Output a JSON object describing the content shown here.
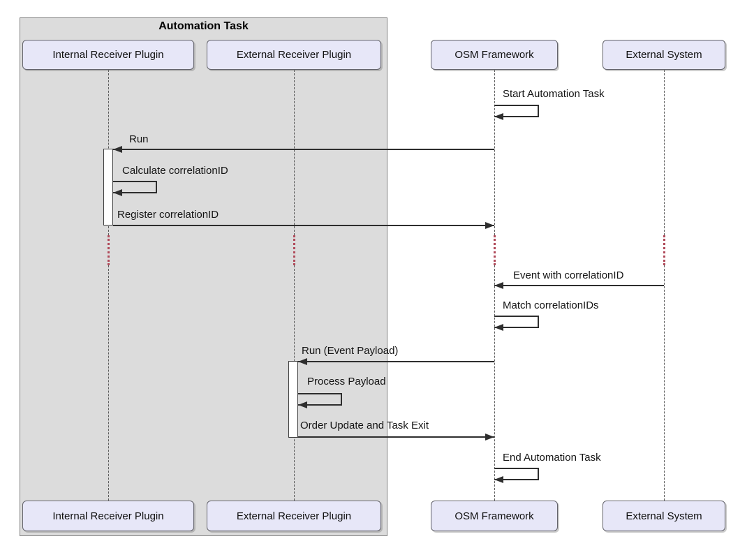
{
  "frame": {
    "title": "Automation Task"
  },
  "participants": [
    {
      "label": "Internal Receiver Plugin"
    },
    {
      "label": "External Receiver Plugin"
    },
    {
      "label": "OSM Framework"
    },
    {
      "label": "External System"
    }
  ],
  "messages": [
    {
      "label": "Start Automation Task",
      "kind": "self",
      "lifeline": "OSM Framework"
    },
    {
      "label": "Run",
      "kind": "message",
      "from": "OSM Framework",
      "to": "Internal Receiver Plugin"
    },
    {
      "label": "Calculate correlationID",
      "kind": "self",
      "lifeline": "Internal Receiver Plugin"
    },
    {
      "label": "Register correlationID",
      "kind": "message",
      "from": "Internal Receiver Plugin",
      "to": "OSM Framework"
    },
    {
      "label": "Event with correlationID",
      "kind": "message",
      "from": "External System",
      "to": "OSM Framework"
    },
    {
      "label": "Match correlationIDs",
      "kind": "self",
      "lifeline": "OSM Framework"
    },
    {
      "label": "Run (Event Payload)",
      "kind": "message",
      "from": "OSM Framework",
      "to": "External Receiver Plugin"
    },
    {
      "label": "Process Payload",
      "kind": "self",
      "lifeline": "External Receiver Plugin"
    },
    {
      "label": "Order Update and Task Exit",
      "kind": "message",
      "from": "External Receiver Plugin",
      "to": "OSM Framework"
    },
    {
      "label": "End Automation Task",
      "kind": "self",
      "lifeline": "OSM Framework"
    }
  ],
  "colors": {
    "frame_fill": "#dcdcdc",
    "frame_border": "#7f7f7f",
    "participant_fill": "#e7e7f8",
    "participant_border": "#63636b",
    "lifeline": "#5a5a5a",
    "delay": "#b04a5a",
    "arrow": "#2e2e2e",
    "text": "#141414"
  }
}
